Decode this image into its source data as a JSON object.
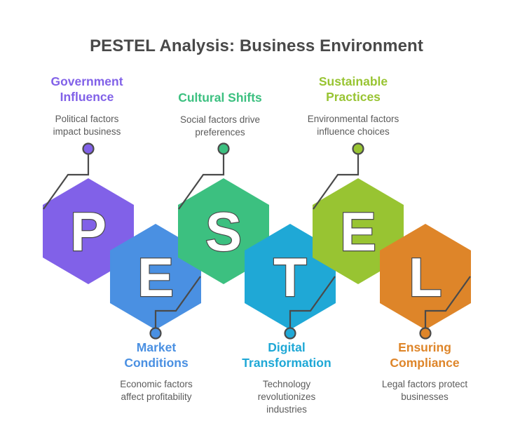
{
  "title": "PESTEL Analysis: Business Environment",
  "colors": {
    "title": "#494949",
    "line": "#4a4a4a",
    "description": "#5b5b5b",
    "background": "#ffffff"
  },
  "items": [
    {
      "letter": "P",
      "heading": "Government Influence",
      "heading_line1": "Government",
      "heading_line2": "Influence",
      "description": "Political factors impact business",
      "desc_line1": "Political factors",
      "desc_line2": "impact business",
      "color": "#8161e8",
      "position": "top"
    },
    {
      "letter": "E",
      "heading": "Market Conditions",
      "heading_line1": "Market",
      "heading_line2": "Conditions",
      "description": "Economic factors affect profitability",
      "desc_line1": "Economic factors",
      "desc_line2": "affect profitability",
      "color": "#4a90e2",
      "position": "bottom"
    },
    {
      "letter": "S",
      "heading": "Cultural Shifts",
      "heading_line1": "Cultural Shifts",
      "heading_line2": "",
      "description": "Social factors drive preferences",
      "desc_line1": "Social factors drive",
      "desc_line2": "preferences",
      "color": "#3cc080",
      "position": "top"
    },
    {
      "letter": "T",
      "heading": "Digital Transformation",
      "heading_line1": "Digital",
      "heading_line2": "Transformation",
      "description": "Technology revolutionizes industries",
      "desc_line1": "Technology",
      "desc_line2": "revolutionizes",
      "desc_line3": "industries",
      "color": "#1fa8d6",
      "position": "bottom"
    },
    {
      "letter": "E",
      "heading": "Sustainable Practices",
      "heading_line1": "Sustainable",
      "heading_line2": "Practices",
      "description": "Environmental factors influence choices",
      "desc_line1": "Environmental factors",
      "desc_line2": "influence choices",
      "color": "#98c432",
      "position": "top"
    },
    {
      "letter": "L",
      "heading": "Ensuring Compliance",
      "heading_line1": "Ensuring",
      "heading_line2": "Compliance",
      "description": "Legal factors protect businesses",
      "desc_line1": "Legal factors protect",
      "desc_line2": "businesses",
      "color": "#de8529",
      "position": "bottom"
    }
  ]
}
